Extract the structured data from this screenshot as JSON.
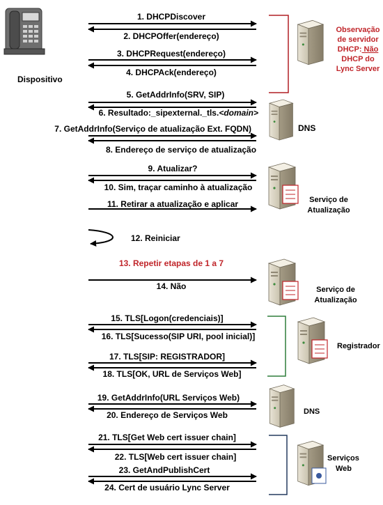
{
  "labels": {
    "device": "Dispositivo",
    "dhcp_note": [
      "Observação",
      "de servidor",
      "DHCP:",
      " Não",
      "DHCP do",
      "Lync Server"
    ],
    "dns1": "DNS",
    "update_service_1": [
      "Serviço de",
      "Atualização"
    ],
    "update_service_2": [
      "Serviço de",
      "Atualização"
    ],
    "registrar": "Registrador",
    "dns2": "DNS",
    "web_services": [
      "Serviços",
      "Web"
    ]
  },
  "messages": [
    "1. DHCPDiscover",
    "2. DHCPOffer(endereço)",
    "3. DHCPRequest(endereço)",
    "4. DHCPAck(endereço)",
    "5. GetAddrInfo(SRV, SIP)",
    "6. Resultado:_sipexternal._tls.",
    "<domain>",
    "7. GetAddrInfo(Serviço de atualização Ext. FQDN)",
    "8. Endereço de serviço de atualização",
    "9. Atualizar?",
    "10. Sim, traçar caminho à atualização",
    "11. Retirar a atualização e aplicar",
    "12. Reiniciar",
    "13. Repetir etapas de 1 a 7",
    "14. Não",
    "15. TLS[Logon(credenciais)]",
    "16. TLS[Sucesso(SIP URI, pool inicial)]",
    "17. TLS[SIP: REGISTRADOR]",
    "18. TLS[OK, URL de Serviços Web]",
    "19. GetAddrInfo(URL Serviços Web)",
    "20. Endereço de Serviços Web",
    "21. TLS[Get Web cert issuer chain]",
    "22. TLS[Web cert issuer chain]",
    "23. GetAndPublishCert",
    "24. Cert de usuário Lync Server"
  ],
  "colors": {
    "dhcp_bracket": "#b11e24",
    "registrar_bracket": "#2e7d3a",
    "web_bracket": "#243a5e",
    "repeat_text": "#c0252a"
  }
}
